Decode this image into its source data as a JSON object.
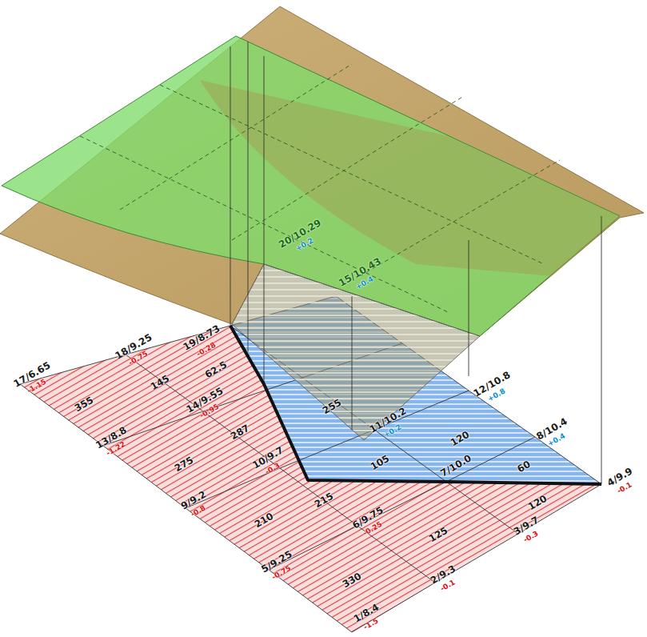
{
  "diagram": {
    "labels": [
      "17/6.65",
      "-1.15",
      "18/9.25",
      "-0.75",
      "19/8.73",
      "-0.28",
      "20/10.29",
      "+0.2",
      "15/10.43",
      "+0.4",
      "12/10.8",
      "+0.8",
      "8/10.4",
      "+0.4",
      "4/9.9",
      "-0.1",
      "3/9.7",
      "-0.3",
      "2/9.3",
      "-0.1",
      "1/8.4",
      "-1.5",
      "5/9.25",
      "-0.75",
      "6/9.75",
      "-0.25",
      "7/10.0",
      "9/9.2",
      "-0.8",
      "10/9.7",
      "-0.3",
      "11/10.2",
      "+0.2",
      "13/8.8",
      "-1.22",
      "14/9.55",
      "-0.95",
      "355",
      "145",
      "62.5",
      "275",
      "287",
      "210",
      "215",
      "330",
      "125",
      "120",
      "60",
      "120",
      "255",
      "105"
    ]
  }
}
